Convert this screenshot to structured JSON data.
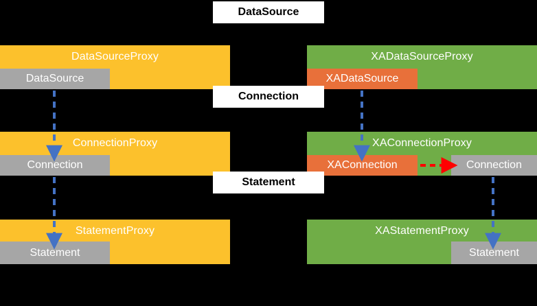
{
  "diagram": {
    "title": "JDBC DataSource / Connection / Statement proxy hierarchy",
    "background_color": "#000000",
    "colors": {
      "proxy_orange": "#FCC12C",
      "proxy_green": "#70AD47",
      "interface_gray": "#A6A6A6",
      "xa_orange": "#E8703A",
      "label_white": "#FFFFFF",
      "arrow_blue": "#4472C4",
      "arrow_red": "#FF0000"
    }
  },
  "labels": [
    {
      "id": "datasource",
      "text": "DataSource"
    },
    {
      "id": "connection",
      "text": "Connection"
    },
    {
      "id": "statement",
      "text": "Statement"
    }
  ],
  "rows": [
    {
      "id": "row-datasource",
      "left": {
        "proxy_label": "DataSourceProxy",
        "chip_label": "DataSource"
      },
      "right": {
        "proxy_label": "XADataSourceProxy",
        "chip_label": "XADataSource",
        "extra_chip_label": null
      }
    },
    {
      "id": "row-connection",
      "left": {
        "proxy_label": "ConnectionProxy",
        "chip_label": "Connection"
      },
      "right": {
        "proxy_label": "XAConnectionProxy",
        "chip_label": "XAConnection",
        "extra_chip_label": "Connection"
      }
    },
    {
      "id": "row-statement",
      "left": {
        "proxy_label": "StatementProxy",
        "chip_label": "Statement"
      },
      "right": {
        "proxy_label": "XAStatementProxy",
        "chip_label": null,
        "extra_chip_label": "Statement"
      }
    }
  ],
  "arrows": [
    {
      "id": "left-ds-to-conn",
      "style": "dashed",
      "color": "#4472C4",
      "direction": "down"
    },
    {
      "id": "left-conn-to-stmt",
      "style": "dashed",
      "color": "#4472C4",
      "direction": "down"
    },
    {
      "id": "right-ds-to-conn",
      "style": "dashed",
      "color": "#4472C4",
      "direction": "down"
    },
    {
      "id": "right-conn-to-stmt",
      "style": "dashed",
      "color": "#4472C4",
      "direction": "down"
    },
    {
      "id": "xaconn-to-conn",
      "style": "dashed",
      "color": "#FF0000",
      "direction": "right"
    }
  ]
}
